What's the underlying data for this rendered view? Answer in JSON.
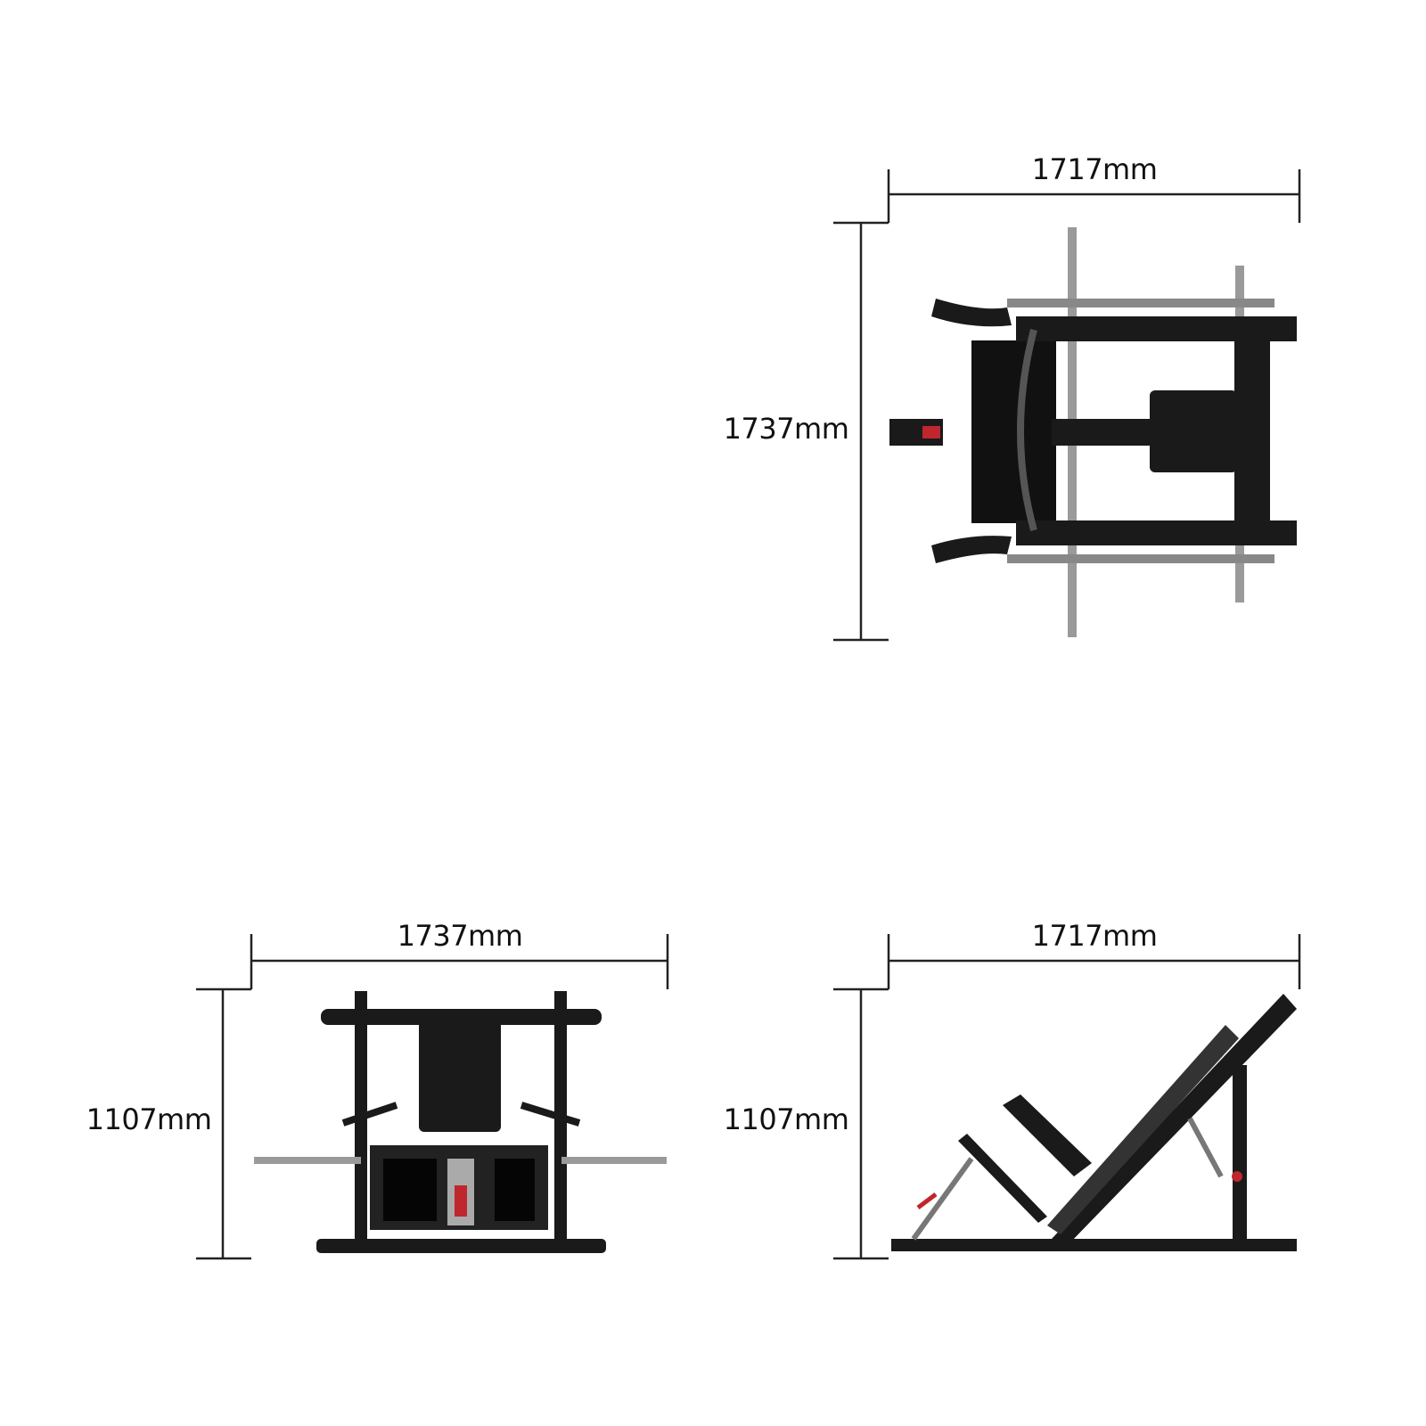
{
  "views": {
    "top": {
      "width_label": "1717mm",
      "depth_label": "1737mm"
    },
    "front": {
      "width_label": "1737mm",
      "height_label": "1107mm"
    },
    "side": {
      "width_label": "1717mm",
      "height_label": "1107mm"
    }
  },
  "colors": {
    "frame": "#1a1a1a",
    "accent": "#c0262d",
    "chrome": "#9a9a9a",
    "dimension_line": "#222222"
  }
}
